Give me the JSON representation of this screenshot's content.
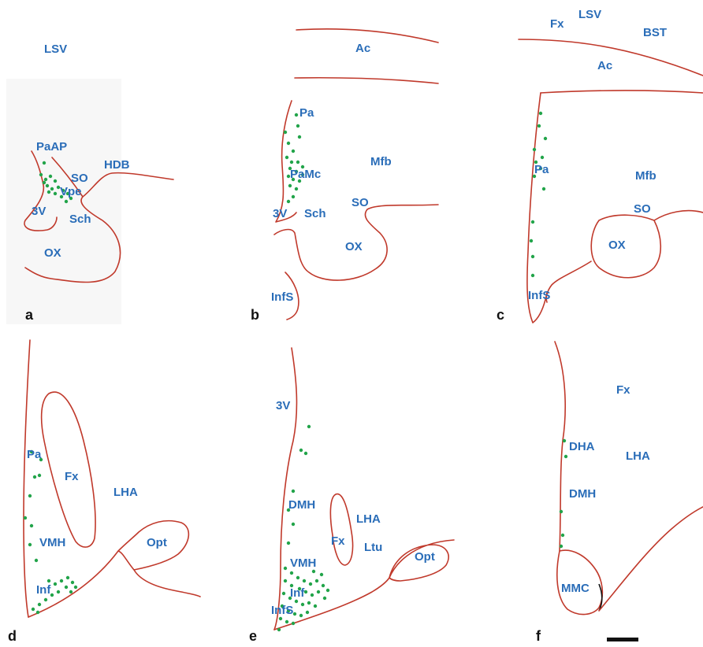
{
  "panels": [
    {
      "letter": "a",
      "labels": [
        "LSV",
        "PaAP",
        "SO",
        "HDB",
        "Vpe",
        "3V",
        "Sch",
        "OX"
      ]
    },
    {
      "letter": "b",
      "labels": [
        "Ac",
        "Pa",
        "PaMc",
        "Mfb",
        "SO",
        "3V",
        "Sch",
        "OX",
        "InfS"
      ]
    },
    {
      "letter": "c",
      "labels": [
        "Fx",
        "LSV",
        "BST",
        "Ac",
        "Pa",
        "Mfb",
        "SO",
        "OX",
        "InfS"
      ]
    },
    {
      "letter": "d",
      "labels": [
        "Pa",
        "Fx",
        "LHA",
        "Opt",
        "VMH",
        "Inf"
      ]
    },
    {
      "letter": "e",
      "labels": [
        "3V",
        "DMH",
        "LHA",
        "Fx",
        "Ltu",
        "Opt",
        "VMH",
        "Inf",
        "InfS"
      ]
    },
    {
      "letter": "f",
      "labels": [
        "Fx",
        "DHA",
        "LHA",
        "DMH",
        "MMC"
      ]
    }
  ],
  "colors": {
    "outline": "#c0392b",
    "label": "#2a6db8",
    "cells": "#22a44a",
    "panel_letter": "#111111"
  },
  "scale_bar": "black bar (no value printed)"
}
